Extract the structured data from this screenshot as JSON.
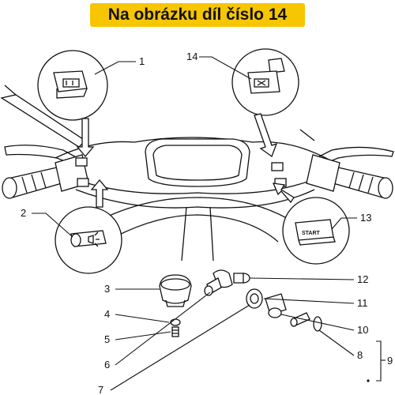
{
  "banner": {
    "text": "Na obrázku díl číslo 14"
  },
  "callouts": {
    "c1": "1",
    "c2": "2",
    "c3": "3",
    "c4": "4",
    "c5": "5",
    "c6": "6",
    "c7": "7",
    "c8": "8",
    "c9": "9",
    "c10": "10",
    "c11": "11",
    "c12": "12",
    "c13": "13",
    "c14": "14"
  },
  "switch_labels": {
    "start": "START",
    "horn": "horn-icon"
  },
  "colors": {
    "banner": "#f7c600",
    "ink": "#111111",
    "background": "#ffffff"
  }
}
